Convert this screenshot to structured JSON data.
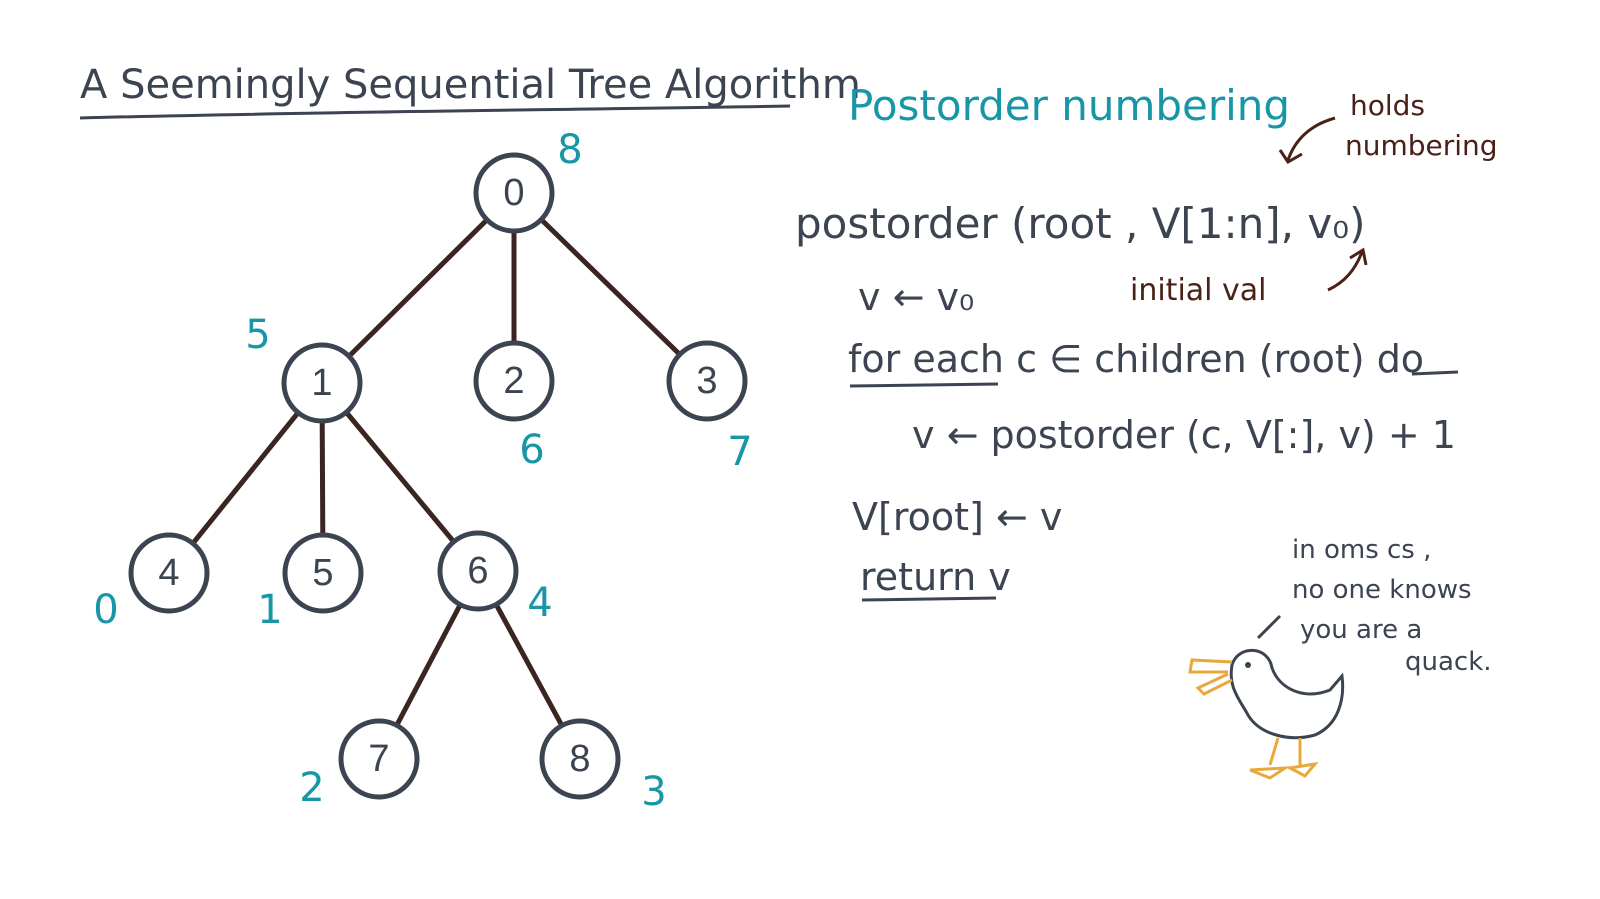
{
  "title": "A Seemingly Sequential Tree Algorithm",
  "subtitle": "Postorder numbering",
  "annotations": {
    "holds_line1": "holds",
    "holds_line2": "numbering",
    "initial_val": "initial val"
  },
  "code": {
    "line1": "postorder (root , V[1:n], v₀)",
    "line2": "v ← v₀",
    "line3_kw1": "for each",
    "line3_mid": " c ∈ children (root) ",
    "line3_kw2": "do",
    "line4": "v ← postorder (c, V[:], v) + 1",
    "line5": "V[root] ← v",
    "line6_kw": "return",
    "line6_rest": " v"
  },
  "duck_note": [
    "in oms cs ,",
    "no one knows",
    "you are a",
    "quack."
  ],
  "tree": {
    "nodes": [
      {
        "id": "0",
        "post": "8"
      },
      {
        "id": "1",
        "post": "5"
      },
      {
        "id": "2",
        "post": "6"
      },
      {
        "id": "3",
        "post": "7"
      },
      {
        "id": "4",
        "post": "0"
      },
      {
        "id": "5",
        "post": "1"
      },
      {
        "id": "6",
        "post": "4"
      },
      {
        "id": "7",
        "post": "2"
      },
      {
        "id": "8",
        "post": "3"
      }
    ],
    "edges": [
      [
        "0",
        "1"
      ],
      [
        "0",
        "2"
      ],
      [
        "0",
        "3"
      ],
      [
        "1",
        "4"
      ],
      [
        "1",
        "5"
      ],
      [
        "1",
        "6"
      ],
      [
        "6",
        "7"
      ],
      [
        "6",
        "8"
      ]
    ]
  },
  "colors": {
    "ink": "#3b4450",
    "teal": "#1797a6",
    "brown": "#4a2118",
    "edge": "#3a2520",
    "duck_orange": "#e8a93a"
  }
}
